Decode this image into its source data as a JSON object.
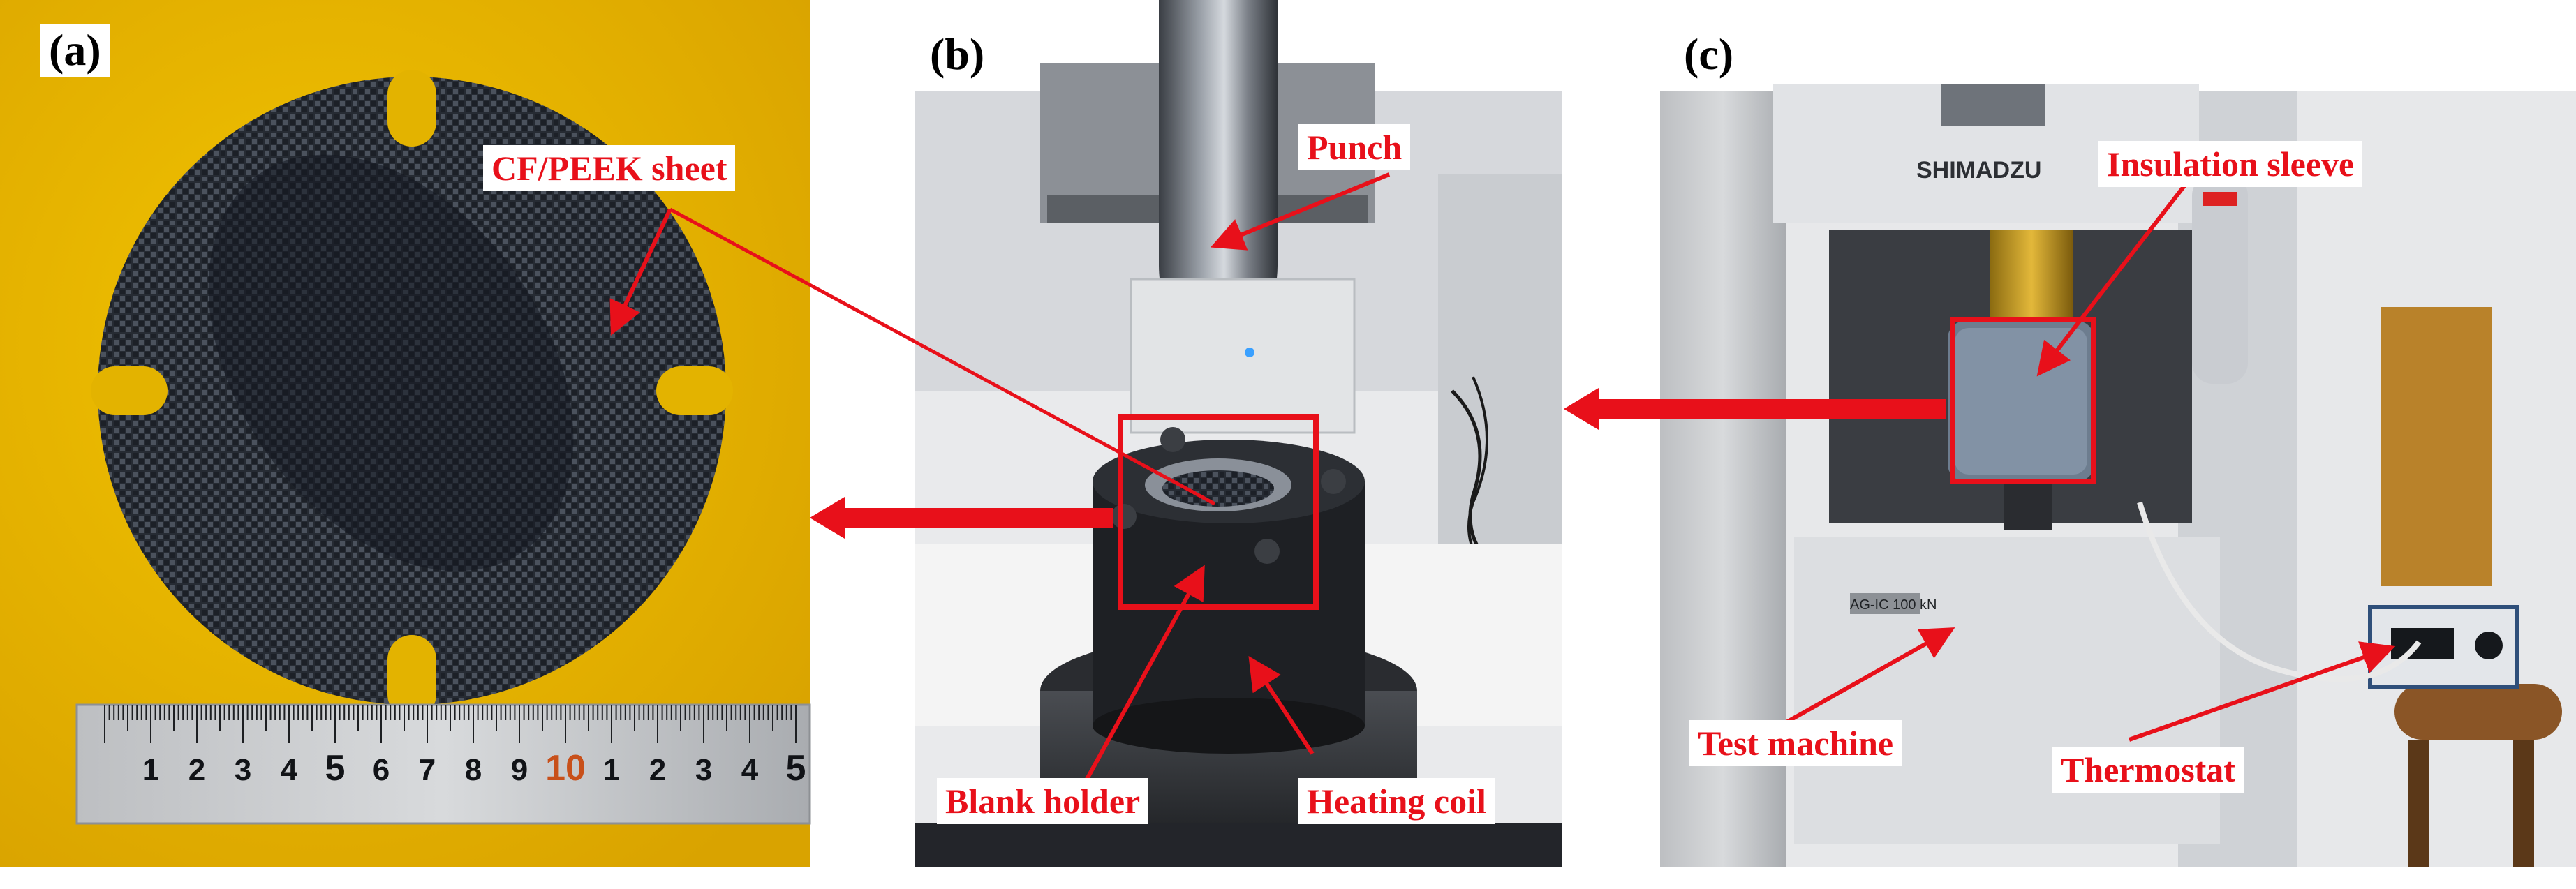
{
  "figure": {
    "panels": [
      {
        "letter": "(a)"
      },
      {
        "letter": "(b)"
      },
      {
        "letter": "(c)"
      }
    ],
    "labels": {
      "cf_peek_sheet": "CF/PEEK sheet",
      "punch": "Punch",
      "blank_holder": "Blank holder",
      "heating_coil": "Heating coil",
      "insulation_sleeve": "Insulation sleeve",
      "test_machine": "Test machine",
      "thermostat": "Thermostat"
    },
    "in_photo_text": {
      "brand": "SHIMADZU",
      "machine_model": "AG-IC 100 kN",
      "ruler_digits_first": [
        "1",
        "2",
        "3",
        "4",
        "5",
        "6",
        "7",
        "8",
        "9",
        "10"
      ],
      "ruler_digits_second": [
        "1",
        "2",
        "3",
        "4",
        "5"
      ]
    },
    "colors": {
      "annotation_red": "#e8101a",
      "background_yellow": "#e6b800",
      "sheet_dark": "#2a2f38",
      "machine_grey": "#d9dde0"
    }
  }
}
